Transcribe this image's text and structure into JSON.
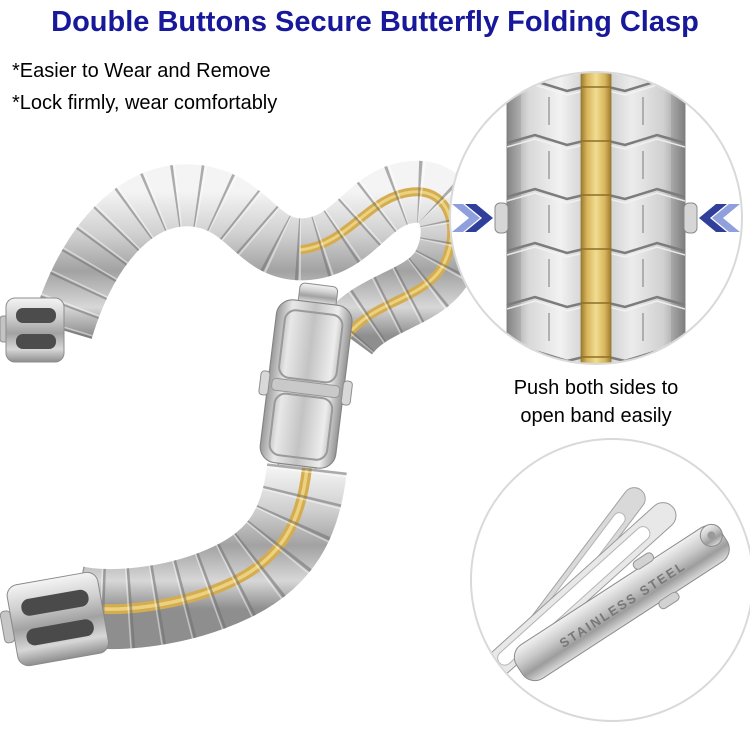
{
  "header": {
    "title": "Double Buttons Secure Butterfly Folding Clasp",
    "color": "#18189b"
  },
  "features": [
    "*Easier to Wear and Remove",
    "*Lock firmly, wear comfortably"
  ],
  "callout_top": {
    "caption_line1": "Push both sides to",
    "caption_line2": "open band easily",
    "left_icon": "double-chevron-right-icon",
    "right_icon": "double-chevron-left-icon"
  },
  "callout_bottom": {
    "engraving": "STAINLESS STEEL"
  },
  "colors": {
    "heading": "#18189b",
    "body_text": "#000000",
    "steel_light": "#f2f2f2",
    "steel_dark": "#8e8e8e",
    "gold": "#d7b55c",
    "arrow_blue_dark": "#2f3f9a",
    "arrow_blue_light": "#8fa0dd",
    "circle_border": "#d9d9d9"
  }
}
